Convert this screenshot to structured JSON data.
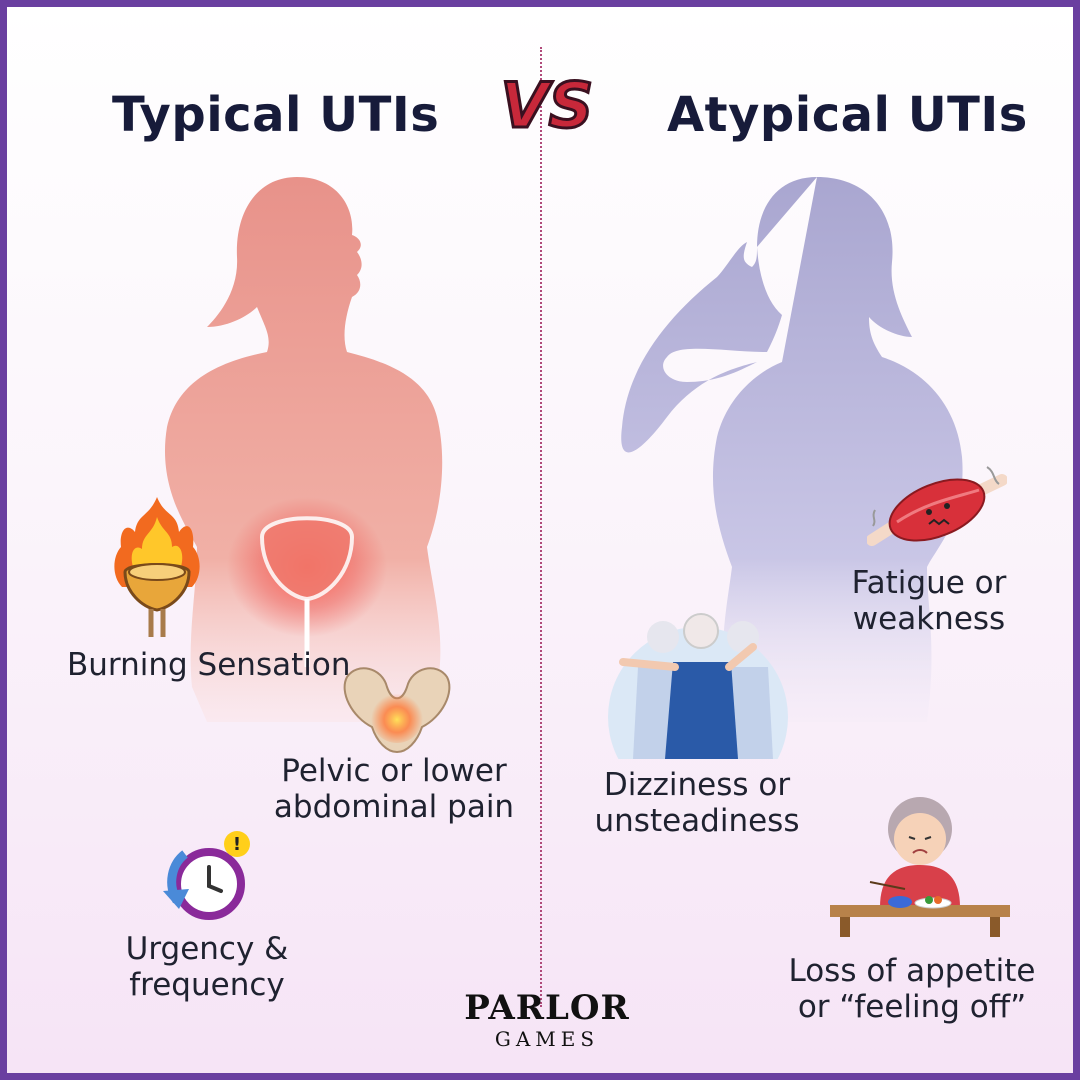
{
  "titles": {
    "left": "Typical UTIs",
    "vs": "VS",
    "right": "Atypical UTIs"
  },
  "typical": {
    "burning": "Burning Sensation",
    "pelvic": "Pelvic or lower abdominal pain",
    "urgency": "Urgency & frequency"
  },
  "atypical": {
    "fatigue": "Fatigue or weakness",
    "dizziness": "Dizziness or unsteadiness",
    "appetite": "Loss of appetite or “feeling off”"
  },
  "logo": {
    "main": "PARLOR",
    "sub": "GAMES"
  },
  "colors": {
    "border": "#6a3fa0",
    "title": "#171b3a",
    "vs_red": "#c8283a",
    "left_figure": "#e8928a",
    "right_figure": "#b3b0d6"
  },
  "icons": [
    "flame-bladder-icon",
    "pelvis-icon",
    "clock-alert-icon",
    "muscle-icon",
    "dizzy-women-icon",
    "elderly-woman-eating-icon"
  ]
}
